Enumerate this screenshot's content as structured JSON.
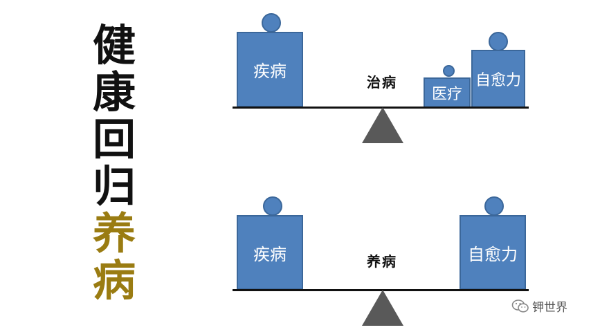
{
  "title": {
    "line1": "健",
    "line2": "康",
    "line3": "回",
    "line4": "归",
    "line5": "养",
    "line6": "病",
    "gold_color": "#9a7c12"
  },
  "top_scale": {
    "center_label": "治病",
    "left_box": "疾病",
    "right_small_box": "医疗",
    "right_box": "自愈力"
  },
  "bottom_scale": {
    "center_label": "养病",
    "left_box": "疾病",
    "right_box": "自愈力"
  },
  "watermark": {
    "text": "钾世界",
    "icon": "wechat-icon"
  },
  "colors": {
    "box_fill": "#4f81bd",
    "box_border": "#3b679a",
    "fulcrum": "#595959"
  }
}
